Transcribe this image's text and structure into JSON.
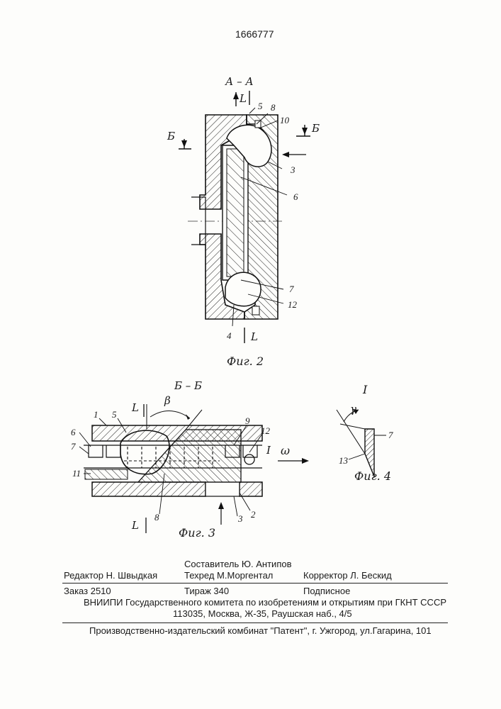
{
  "patent_number": "1666777",
  "fig2": {
    "section_label": "А – А",
    "caption": "Фиг. 2",
    "view_mark_left": "Б",
    "view_mark_right": "Б",
    "cut_mark_top": "L",
    "cut_mark_bottom": "L",
    "callouts": [
      "5",
      "8",
      "10",
      "3",
      "6",
      "7",
      "12",
      "4"
    ]
  },
  "fig3": {
    "section_label": "Б – Б",
    "caption": "Фиг. 3",
    "angle": "β",
    "cut_mark_top": "L",
    "cut_mark_bottom": "L",
    "detail_mark": "I",
    "omega": "ω",
    "callouts": [
      "1",
      "5",
      "6",
      "7",
      "11",
      "9",
      "12",
      "8",
      "3",
      "2"
    ]
  },
  "fig4": {
    "detail_label": "I",
    "caption": "Фиг. 4",
    "angle": "γ",
    "callouts": [
      "7",
      "13"
    ]
  },
  "footer": {
    "compiler": "Составитель  Ю. Антипов",
    "editor": "Редактор  Н. Швыдкая",
    "techred": "Техред М.Моргентал",
    "corrector": "Корректор  Л. Бескид",
    "order": "Заказ  2510",
    "circulation": "Тираж 340",
    "subscription": "Подписное",
    "institute": "ВНИИПИ Государственного комитета по изобретениям и открытиям при ГКНТ СССР",
    "address": "113035, Москва, Ж-35, Раушская наб., 4/5",
    "publisher": "Производственно-издательский комбинат \"Патент\", г. Ужгород, ул.Гагарина, 101"
  }
}
